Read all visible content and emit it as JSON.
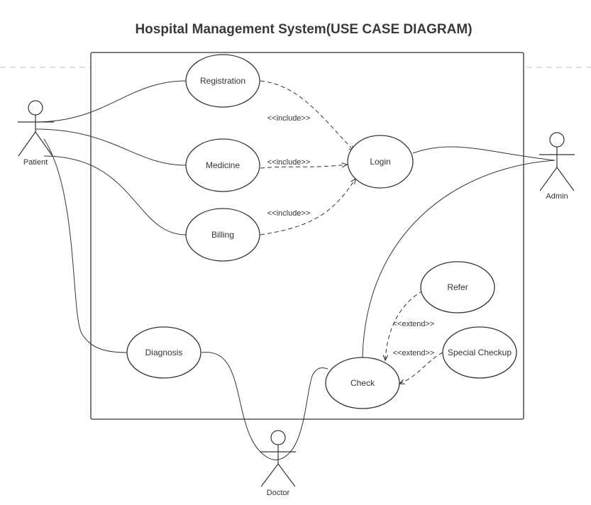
{
  "title": "Hospital Management System(USE CASE DIAGRAM)",
  "actors": {
    "patient": "Patient",
    "admin": "Admin",
    "doctor": "Doctor"
  },
  "use_cases": {
    "registration": "Registration",
    "medicine": "Medicine",
    "billing": "Billing",
    "login": "Login",
    "diagnosis": "Diagnosis",
    "refer": "Refer",
    "special_checkup": "Special Checkup",
    "check": "Check"
  },
  "relations": {
    "include_registration": "<<include>>",
    "include_medicine": "<<include>>",
    "include_billing": "<<include>>",
    "extend_refer": "<<extend>>",
    "extend_special": "<<extend>>"
  },
  "colors": {
    "stroke": "#333333",
    "guide": "#cfd4d9",
    "background": "#ffffff"
  }
}
